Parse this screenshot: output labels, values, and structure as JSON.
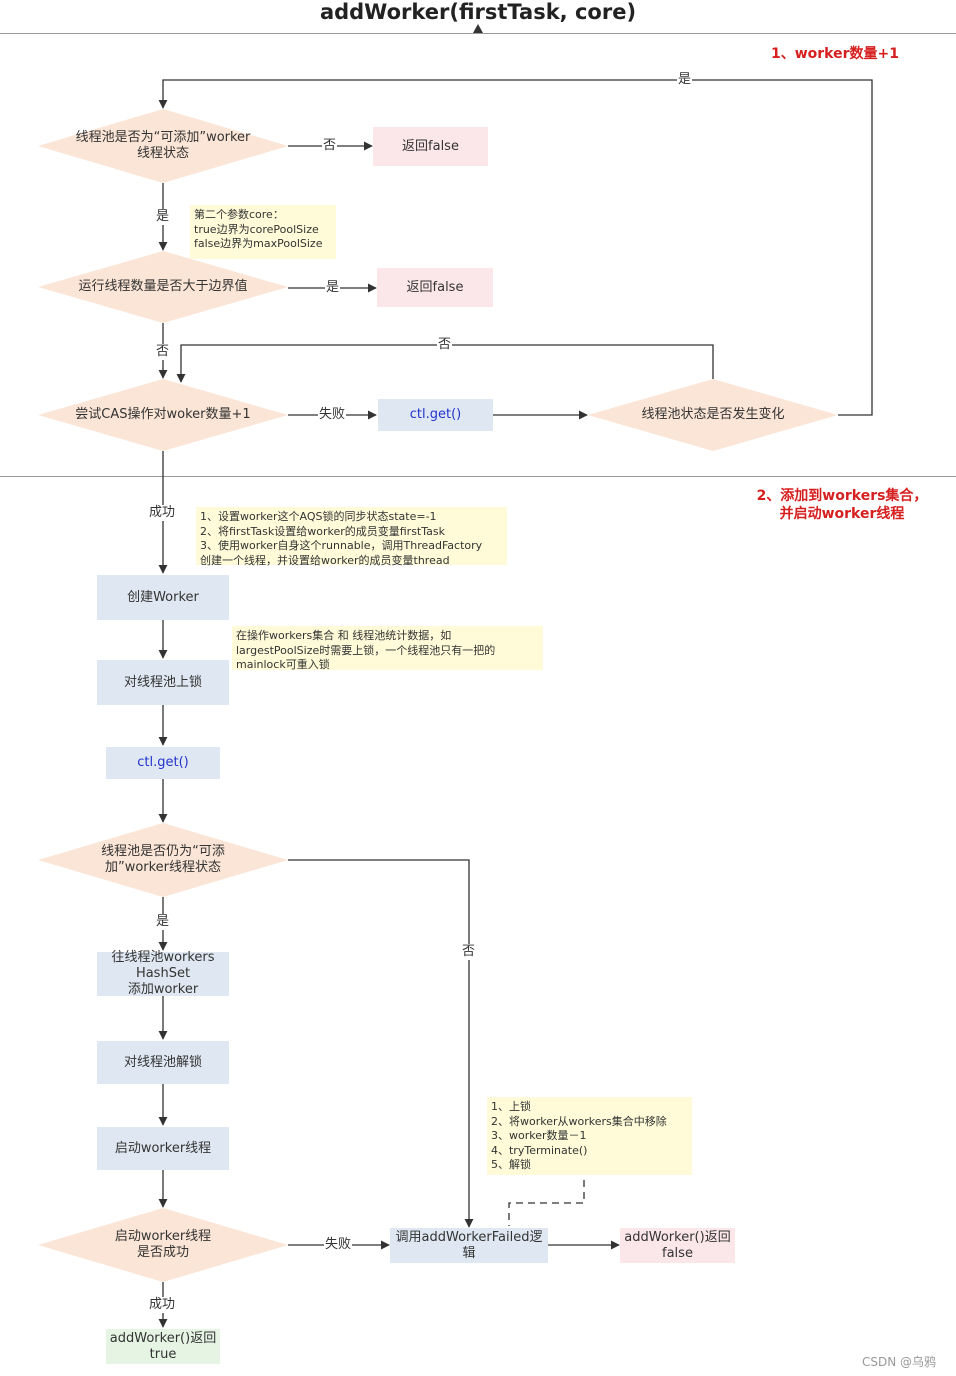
{
  "title": "addWorker(firstTask, core)",
  "sections": {
    "s1": "1、worker数量+1",
    "s2_line1": "2、添加到workers集合，",
    "s2_line2": "并启动worker线程"
  },
  "nodes": {
    "d1_l1": "线程池是否为“可添加”worker",
    "d1_l2": "线程状态",
    "r1": "返回false",
    "d2": "运行线程数量是否大于边界值",
    "r2": "返回false",
    "d3": "尝试CAS操作对woker数量+1",
    "ctl1": "ctl.get()",
    "d4": "线程池状态是否发生变化",
    "create": "创建Worker",
    "lock": "对线程池上锁",
    "ctl2": "ctl.get()",
    "d5_l1": "线程池是否仍为“可添",
    "d5_l2": "加”worker线程状态",
    "add_l1": "往线程池workers",
    "add_l2": "HashSet",
    "add_l3": "添加worker",
    "unlock": "对线程池解锁",
    "start": "启动worker线程",
    "d6_l1": "启动worker线程",
    "d6_l2": "是否成功",
    "failed_l1": "调用addWorkerFailed逻",
    "failed_l2": "辑",
    "retfalse_l1": "addWorker()返回",
    "retfalse_l2": "false",
    "rettrue_l1": "addWorker()返回",
    "rettrue_l2": "true"
  },
  "notes": {
    "core": [
      "第二个参数core：",
      "true边界为corePoolSize",
      "false边界为maxPoolSize"
    ],
    "worker": [
      "1、设置worker这个AQS锁的同步状态state=-1",
      "2、将firstTask设置给worker的成员变量firstTask",
      "3、使用worker自身这个runnable，调用ThreadFactory",
      "创建一个线程，并设置给worker的成员变量thread"
    ],
    "mainlock": [
      "在操作workers集合 和 线程池统计数据，如",
      "largestPoolSize时需要上锁，一个线程池只有一把的",
      "mainlock可重入锁"
    ],
    "failed": [
      "1、上锁",
      "2、将worker从workers集合中移除",
      "3、worker数量－1",
      "4、tryTerminate()",
      "5、解锁"
    ]
  },
  "labels": {
    "yes": "是",
    "no": "否",
    "fail": "失败",
    "success": "成功"
  },
  "watermark": "CSDN @乌鸦",
  "colors": {
    "diamond": "#fbe5d6",
    "blue_box": "#dfe8f2",
    "pink_box": "#fbe6ea",
    "green_box": "#e6f4e4",
    "note": "#fffbd9",
    "red_text": "#d62020",
    "link_blue": "#2233cc"
  }
}
